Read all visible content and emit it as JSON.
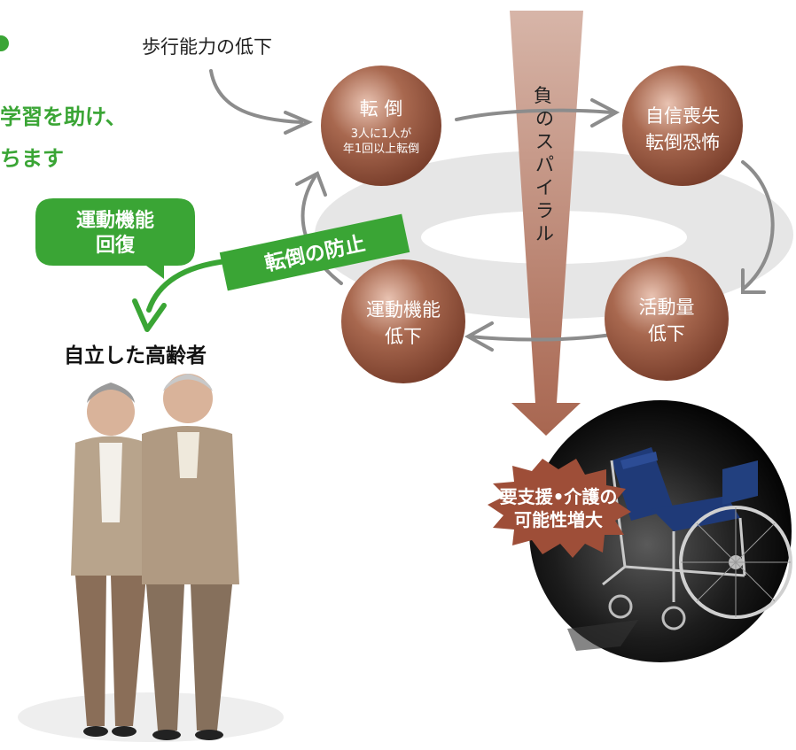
{
  "header": {
    "line1": "学習を助け、",
    "line2": "ちます"
  },
  "callout": {
    "line1": "運動機能",
    "line2": "回復"
  },
  "banner": {
    "label": "転倒の防止"
  },
  "result_label": "自立した高齢者",
  "top_label": "歩行能力の低下",
  "nodes": {
    "fall": {
      "title": "転 倒",
      "sub1": "3人に1人が",
      "sub2": "年1回以上転倒"
    },
    "confidence": {
      "line1": "自信喪失",
      "line2": "転倒恐怖"
    },
    "activity": {
      "line1": "活動量",
      "line2": "低下"
    },
    "motor": {
      "line1": "運動機能",
      "line2": "低下"
    }
  },
  "spiral": {
    "chars": [
      "負",
      "の",
      "ス",
      "パ",
      "イ",
      "ラ",
      "ル"
    ]
  },
  "burst": {
    "line1": "要支援•介護の",
    "line2": "可能性増大"
  },
  "colors": {
    "green": "#3aa535",
    "node": "#9a5a44",
    "spiral_arrow": "#b98a78",
    "arrow_gray": "#8c8c8c",
    "ring": "#e6e6e6",
    "burst": "#9e4e38"
  }
}
